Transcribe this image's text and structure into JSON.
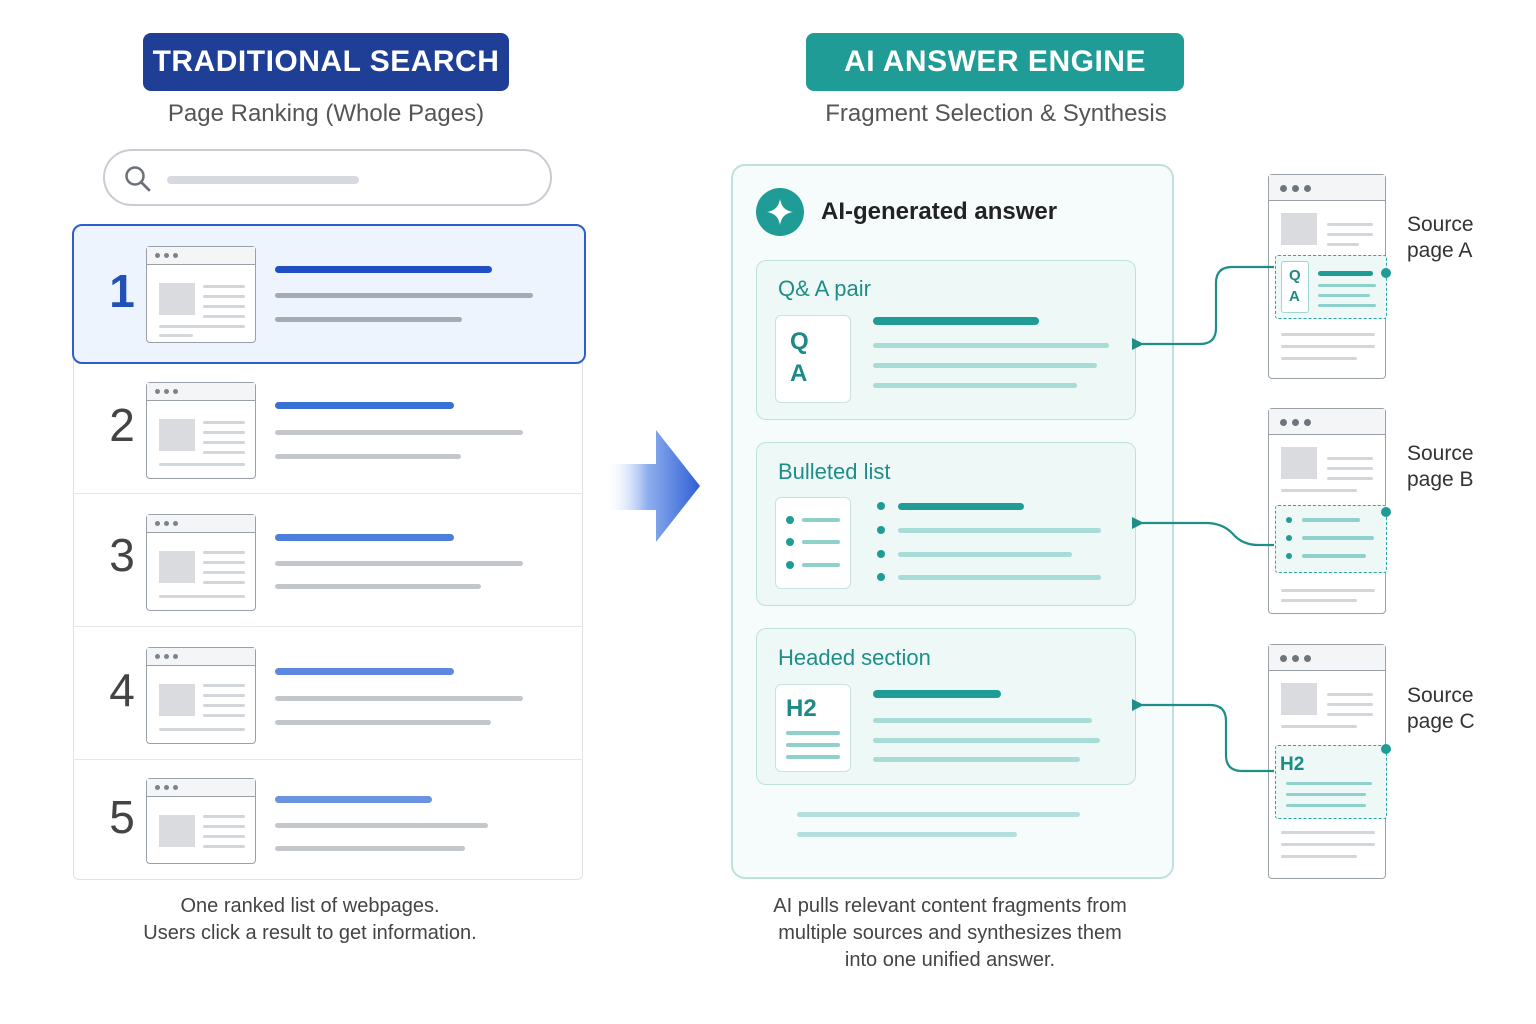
{
  "left": {
    "header": "TRADITIONAL SEARCH",
    "subtitle": "Page Ranking (Whole Pages)",
    "results": [
      {
        "rank": "1"
      },
      {
        "rank": "2"
      },
      {
        "rank": "3"
      },
      {
        "rank": "4"
      },
      {
        "rank": "5"
      }
    ],
    "caption_line1": "One ranked list of webpages.",
    "caption_line2": "Users click a result to get information."
  },
  "right": {
    "header": "AI ANSWER ENGINE",
    "subtitle": "Fragment Selection & Synthesis",
    "answer_title": "AI-generated answer",
    "cards": [
      {
        "label": "Q& A pair",
        "mini_line1": "Q",
        "mini_line2": "A"
      },
      {
        "label": "Bulleted list"
      },
      {
        "label": "Headed section",
        "mini_text": "H2"
      }
    ],
    "sources": [
      {
        "line1": "Source",
        "line2": "page A",
        "frag_q": "Q",
        "frag_a": "A"
      },
      {
        "line1": "Source",
        "line2": "page B"
      },
      {
        "line1": "Source",
        "line2": "page C",
        "frag_text": "H2"
      }
    ],
    "caption_line1": "AI pulls relevant content fragments from",
    "caption_line2": "multiple sources and synthesizes them",
    "caption_line3": "into one unified answer."
  },
  "colors": {
    "traditional_accent": "#1e3f95",
    "ai_accent": "#1f9c95",
    "active_result": "#2c5fc9"
  },
  "icons": [
    "search-icon",
    "sparkle-icon",
    "right-arrow-icon"
  ]
}
